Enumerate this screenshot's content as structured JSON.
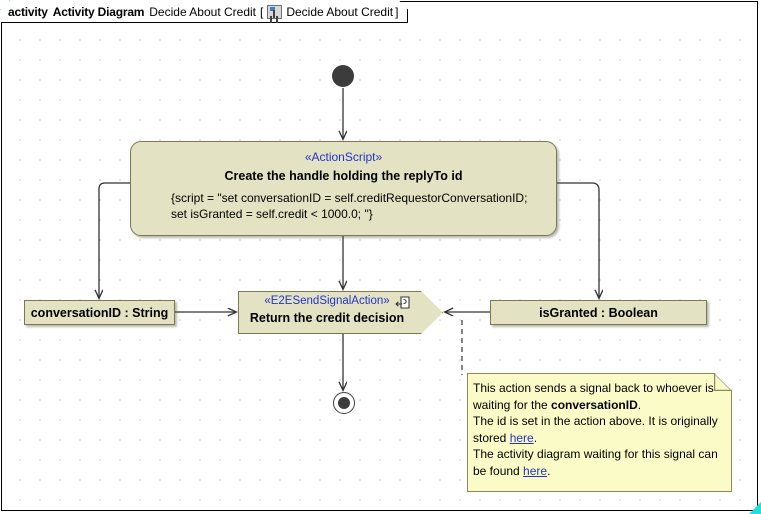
{
  "frame": {
    "kind_label": "activity",
    "type_label": "Activity Diagram",
    "name": "Decide About Credit",
    "bracket_open": "[",
    "ref_icon": "activity-diagram-icon",
    "ref_name": "Decide About Credit",
    "bracket_close": "]"
  },
  "nodes": {
    "initial": {
      "name": "initial-node"
    },
    "final": {
      "name": "activity-final-node"
    },
    "action": {
      "stereotype": "«ActionScript»",
      "title": "Create the handle holding the replyTo id",
      "body_line1": "{script = \"set conversationID = self.creditRequestorConversationID;",
      "body_line2": "set isGranted = self.credit < 1000.0; \"}"
    },
    "signal": {
      "stereotype": "«E2ESendSignalAction»",
      "title": "Return the credit decision",
      "glyph": "send-signal-icon"
    },
    "object_left": {
      "label": "conversationID : String"
    },
    "object_right": {
      "label": "isGranted : Boolean"
    }
  },
  "note": {
    "line1_a": "This action sends a signal back to whoever is",
    "line1_b": "waiting for the ",
    "line1_bold": "conversationID",
    "line1_c": ".",
    "line2_a": "The id is set in the action above. It is originally",
    "line2_b": "stored ",
    "line2_link": "here",
    "line2_c": ".",
    "line3_a": "The activity diagram waiting for this signal can",
    "line3_b": "be found ",
    "line3_link": "here",
    "line3_c": "."
  },
  "colors": {
    "node_fill": "#e3e3c3",
    "node_border": "#7a7a52",
    "note_fill": "#fbfbc8",
    "stereotype_text": "#2233cc",
    "link_text": "#2233cc",
    "frame_accent": "#22dede",
    "connector": "#333333"
  }
}
